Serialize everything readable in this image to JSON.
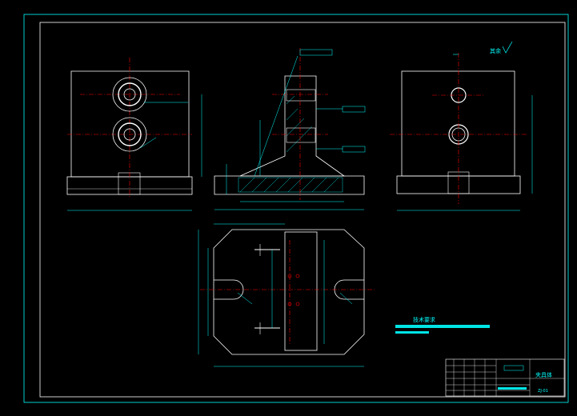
{
  "colors": {
    "background": "#000000",
    "outline": "#ffffff",
    "dimension": "#00ffff",
    "centerline": "#ff0000",
    "hatch": "#00ffff",
    "bar_fill": "#00e5e5"
  },
  "notes": {
    "roughness_label": "其余",
    "tech_requirements_title": "技术要求"
  },
  "title_block": {
    "drawing_name": "夹具体",
    "code": "ZJ-01"
  }
}
